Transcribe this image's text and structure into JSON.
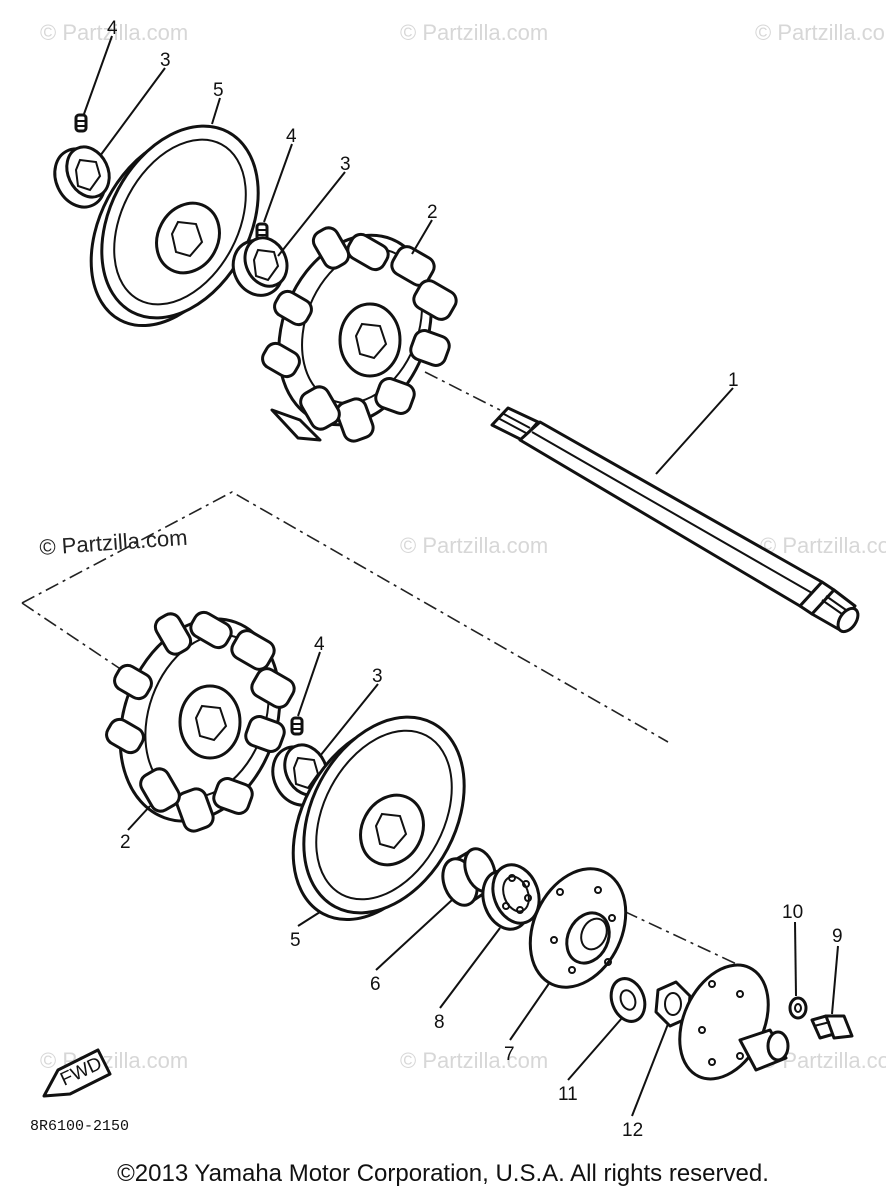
{
  "watermarks": {
    "text": "© Partzilla.com",
    "dark_text": "© Partzilla.com"
  },
  "callouts": {
    "shaft": "1",
    "sprocket_upper": "2",
    "sprocket_lower": "2",
    "collar_upper_left": "3",
    "collar_upper_mid": "3",
    "collar_lower": "3",
    "screw_upper_left": "4",
    "screw_upper_mid": "4",
    "screw_lower": "4",
    "wheel_upper": "5",
    "wheel_lower": "5",
    "spacer": "6",
    "housing": "7",
    "bearing": "8",
    "bolt": "9",
    "lock_washer": "10",
    "washer": "11",
    "nut": "12"
  },
  "fwd_label": "FWD",
  "diagram_code": "8R6100-2150",
  "copyright": "©2013 Yamaha Motor Corporation, U.S.A. All rights reserved."
}
